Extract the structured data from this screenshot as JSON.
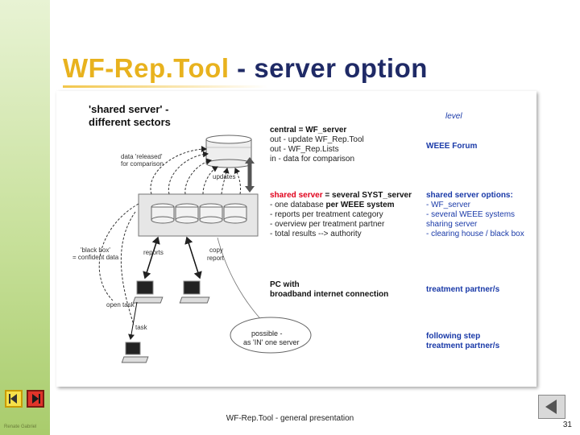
{
  "slide": {
    "title_part1": "WF-Rep.Tool",
    "title_part2": " - server option",
    "footer": "WF-Rep.Tool - general presentation",
    "page_number": "31",
    "author": "Renate Gabriel"
  },
  "diagram": {
    "heading": [
      "'shared server' -",
      "different sectors"
    ],
    "level": "level",
    "labels": {
      "data_released": [
        "data 'released'",
        "for comparison"
      ],
      "updates": "updates",
      "black_box": [
        "'black box'",
        "= confident data"
      ],
      "reports": "reports",
      "copy_report": [
        "copy",
        "report"
      ],
      "open_task": "open task",
      "task": "task",
      "possible": [
        "possible -",
        "as 'IN' one server"
      ]
    },
    "central_block": {
      "head": "central = WF_server",
      "lines": [
        "out - update WF_Rep.Tool",
        "out - WF_Rep.Lists",
        "in - data for comparison"
      ]
    },
    "shared_block": {
      "head_red": "shared server",
      "head_black": " = several SYST_server",
      "lines": [
        {
          "pre": "- one database ",
          "bold": "per WEEE system"
        },
        {
          "pre": "- reports per treatment category",
          "bold": ""
        },
        {
          "pre": "- overview per treatment partner",
          "bold": ""
        },
        {
          "pre": "- total results --> authority",
          "bold": ""
        }
      ]
    },
    "pc_block": [
      "PC with",
      "broadband internet connection"
    ],
    "right_col": {
      "weee_forum": "WEEE Forum",
      "options_head": "shared server options:",
      "options": [
        "- WF_server",
        "- several WEEE systems",
        "sharing server",
        "- clearing house / black box"
      ],
      "treatment": "treatment partner/s",
      "following": [
        "following step",
        "treatment partner/s"
      ]
    }
  }
}
